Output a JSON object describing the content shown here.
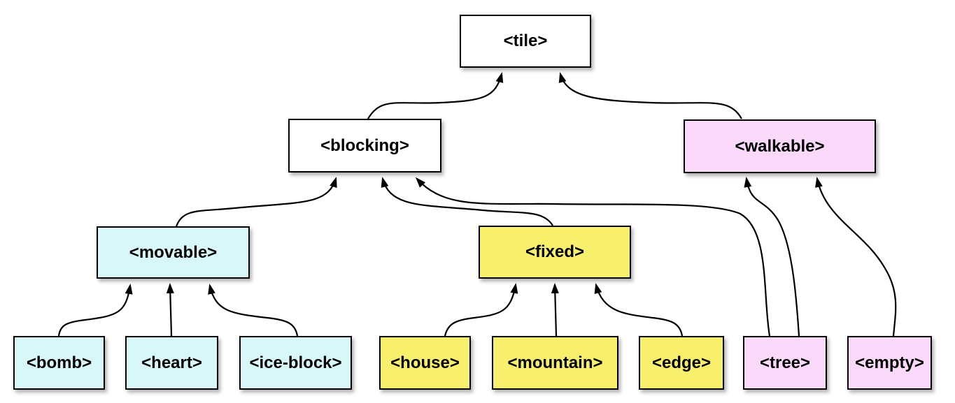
{
  "diagram": {
    "kind": "inheritance-tree",
    "background": "#ffffff"
  },
  "colors": {
    "white": "#ffffff",
    "cyan": "#d7f7f8",
    "yellow": "#f8ef6d",
    "pink": "#fbd9fa",
    "border": "#000000",
    "edge": "#000000"
  },
  "nodes": {
    "tile": {
      "label": "<tile>",
      "fill": "white"
    },
    "blocking": {
      "label": "<blocking>",
      "fill": "white"
    },
    "walkable": {
      "label": "<walkable>",
      "fill": "pink"
    },
    "movable": {
      "label": "<movable>",
      "fill": "cyan"
    },
    "fixed": {
      "label": "<fixed>",
      "fill": "yellow"
    },
    "bomb": {
      "label": "<bomb>",
      "fill": "cyan"
    },
    "heart": {
      "label": "<heart>",
      "fill": "cyan"
    },
    "ice_block": {
      "label": "<ice-block>",
      "fill": "cyan"
    },
    "house": {
      "label": "<house>",
      "fill": "yellow"
    },
    "mountain": {
      "label": "<mountain>",
      "fill": "yellow"
    },
    "edge": {
      "label": "<edge>",
      "fill": "yellow"
    },
    "tree": {
      "label": "<tree>",
      "fill": "pink"
    },
    "empty": {
      "label": "<empty>",
      "fill": "pink"
    }
  },
  "edges": [
    {
      "from": "blocking",
      "to": "tile"
    },
    {
      "from": "walkable",
      "to": "tile"
    },
    {
      "from": "movable",
      "to": "blocking"
    },
    {
      "from": "fixed",
      "to": "blocking"
    },
    {
      "from": "tree",
      "to": "blocking"
    },
    {
      "from": "tree",
      "to": "walkable"
    },
    {
      "from": "empty",
      "to": "walkable"
    },
    {
      "from": "bomb",
      "to": "movable"
    },
    {
      "from": "heart",
      "to": "movable"
    },
    {
      "from": "ice_block",
      "to": "movable"
    },
    {
      "from": "house",
      "to": "fixed"
    },
    {
      "from": "mountain",
      "to": "fixed"
    },
    {
      "from": "edge",
      "to": "fixed"
    }
  ]
}
